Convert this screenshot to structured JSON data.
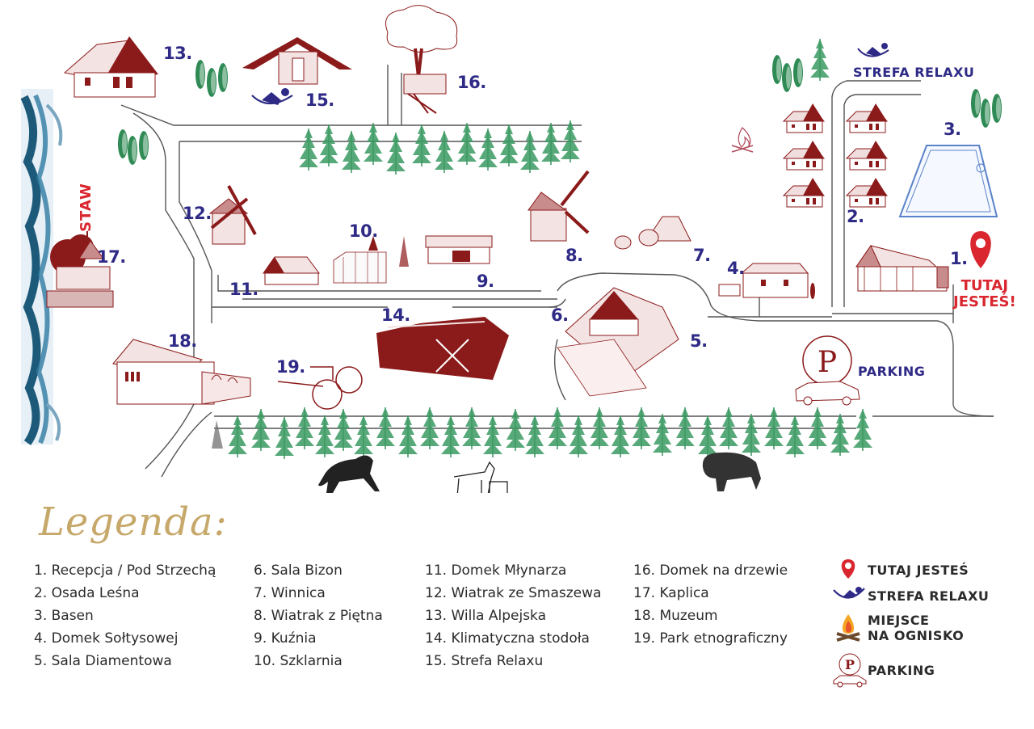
{
  "map": {
    "markers": [
      {
        "id": 1,
        "label": "1."
      },
      {
        "id": 2,
        "label": "2."
      },
      {
        "id": 3,
        "label": "3."
      },
      {
        "id": 4,
        "label": "4."
      },
      {
        "id": 5,
        "label": "5."
      },
      {
        "id": 6,
        "label": "6."
      },
      {
        "id": 7,
        "label": "7."
      },
      {
        "id": 8,
        "label": "8."
      },
      {
        "id": 9,
        "label": "9."
      },
      {
        "id": 10,
        "label": "10."
      },
      {
        "id": 11,
        "label": "11."
      },
      {
        "id": 12,
        "label": "12."
      },
      {
        "id": 13,
        "label": "13."
      },
      {
        "id": 14,
        "label": "14."
      },
      {
        "id": 15,
        "label": "15."
      },
      {
        "id": 16,
        "label": "16."
      },
      {
        "id": 17,
        "label": "17."
      },
      {
        "id": 18,
        "label": "18."
      },
      {
        "id": 19,
        "label": "19."
      }
    ],
    "staw_label": "STAW",
    "strefa_relaxu_label": "STREFA RELAXU",
    "parking_label": "PARKING",
    "here_line1": "TUTAJ",
    "here_line2": "JESTEŚ!"
  },
  "legend": {
    "title": "Legenda:",
    "columns": [
      [
        "1. Recepcja / Pod Strzechą",
        "2. Osada Leśna",
        "3. Basen",
        "4. Domek Sołtysowej",
        "5. Sala Diamentowa"
      ],
      [
        "6. Sala Bizon",
        "7. Winnica",
        "8. Wiatrak z Piętna",
        "9. Kuźnia",
        "10. Szklarnia"
      ],
      [
        "11. Domek Młynarza",
        "12. Wiatrak ze Smaszewa",
        "13. Willa Alpejska",
        "14. Klimatyczna stodoła",
        "15. Strefa Relaxu"
      ],
      [
        "16. Domek na drzewie",
        "17. Kaplica",
        "18. Muzeum",
        "19. Park etnograficzny"
      ]
    ],
    "symbols": [
      {
        "icon": "location-pin-icon",
        "label": "TUTAJ JESTEŚ"
      },
      {
        "icon": "hammock-icon",
        "label": "STREFA RELAXU"
      },
      {
        "icon": "campfire-icon",
        "label_line1": "MIEJSCE",
        "label_line2": "NA OGNISKO"
      },
      {
        "icon": "parking-icon",
        "label": "PARKING"
      }
    ]
  },
  "colors": {
    "marker_blue": "#2e2a86",
    "accent_red": "#d9262f",
    "building_red": "#8b1a1a",
    "tree_green": "#2f8a55",
    "water_blue": "#1d5a7a",
    "legend_gold": "#c6a86a",
    "road_gray": "#555555"
  }
}
